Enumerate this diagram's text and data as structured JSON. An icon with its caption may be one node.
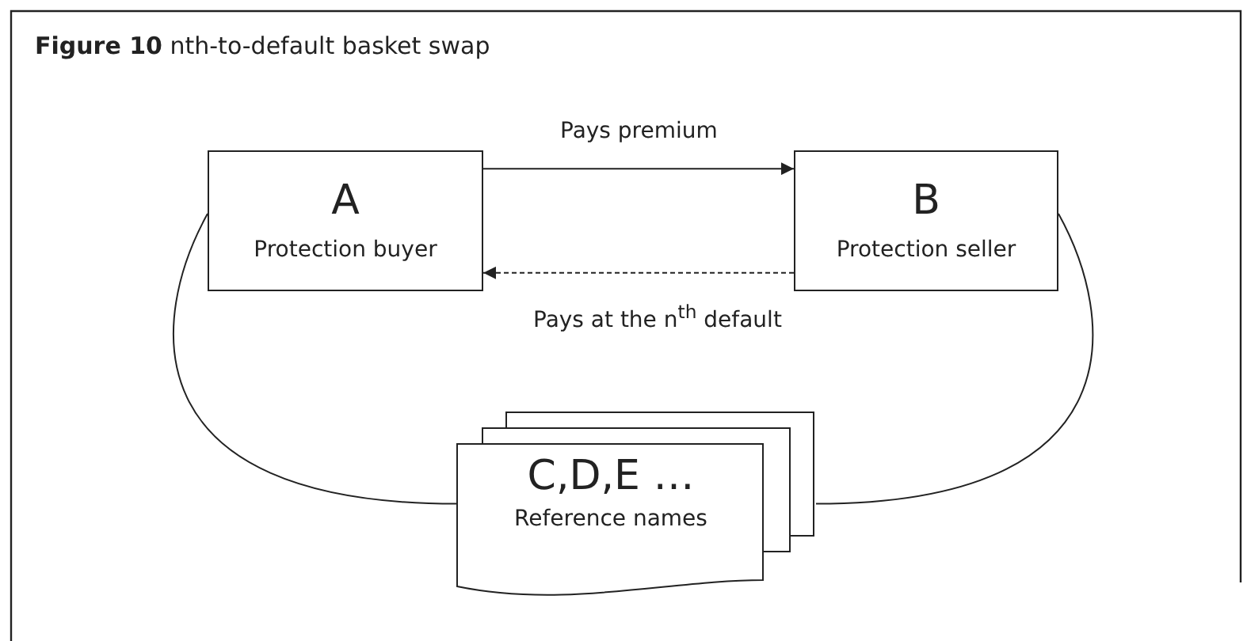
{
  "diagram": {
    "title": "**Figure 10**  nth-to-default basket swap",
    "nodes": [
      {
        "text": [
          "A",
          "Protection buyer"
        ]
      },
      {
        "text": [
          "B",
          "Protection seller"
        ]
      },
      {
        "text": [
          "C,D,E …",
          "Reference names"
        ]
      }
    ],
    "edges": [
      {
        "from": 0,
        "to": 1,
        "arrow": "to",
        "label": "Pays premium"
      },
      {
        "from": 1,
        "to": 0,
        "arrow": "to",
        "label": "Pays at the n$^{th}$ default",
        "style": "dashed"
      },
      {
        "from": 0,
        "to": 2,
        "arrow": "none"
      },
      {
        "from": 1,
        "to": 2,
        "arrow": "none"
      }
    ]
  }
}
